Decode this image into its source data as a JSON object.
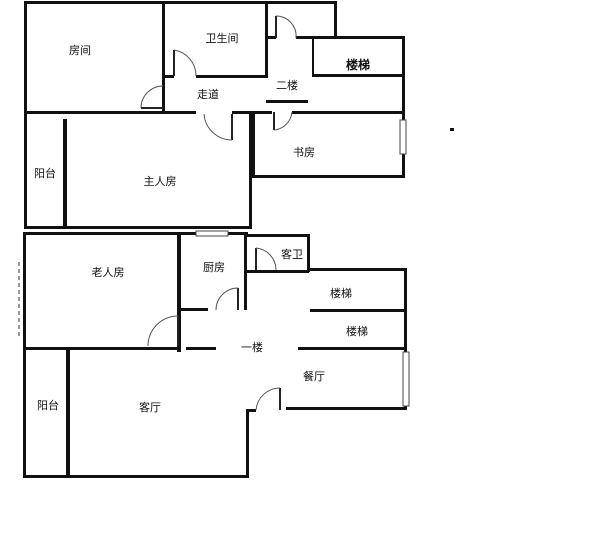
{
  "floor2": {
    "rooms": {
      "fangjian": "房间",
      "weishengjian": "卫生间",
      "louti": "楼梯",
      "erlou": "二楼",
      "zoudao": "走道",
      "shufang": "书房",
      "yangtai": "阳台",
      "zhurenfang": "主人房"
    }
  },
  "floor1": {
    "rooms": {
      "laorenfang": "老人房",
      "chufang": "厨房",
      "kewei": "客卫",
      "louti_a": "楼梯",
      "louti_b": "楼梯",
      "yilou": "一楼",
      "canting": "餐厅",
      "yangtai": "阳台",
      "keting": "客厅"
    }
  }
}
